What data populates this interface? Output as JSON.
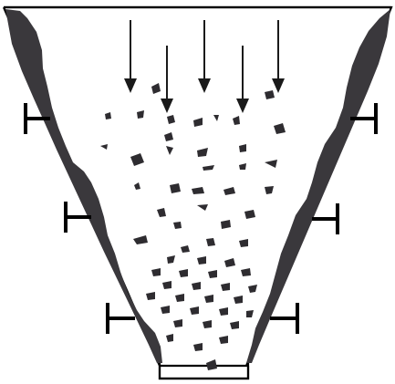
{
  "diagram": {
    "subject": "hopper-cross-section",
    "colors": {
      "background": "#ffffff",
      "outline": "#000000",
      "wall_buildup": "#3a383c",
      "particle": "#2e2c30",
      "arrow": "#1a1a1a",
      "vibrator": "#000000"
    },
    "icons": [
      "down-arrow-icon",
      "vibrator-icon",
      "particle-icon"
    ],
    "inflow_arrow_count": 5,
    "vibrator_count": 6,
    "vibrators_per_side": 3
  }
}
